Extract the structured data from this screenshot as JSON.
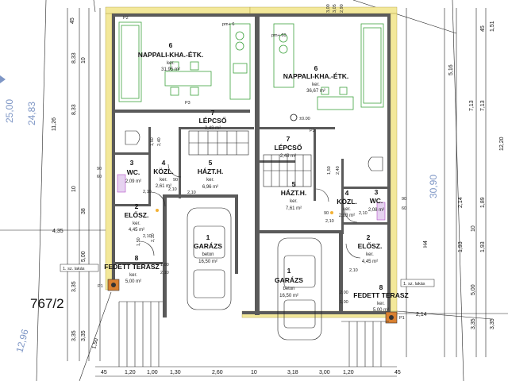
{
  "plot": {
    "number": "767/2"
  },
  "rooms": [
    {
      "id": "nappali_left",
      "num": "6",
      "name": "NAPPALI-KHA.-ÉTK.",
      "ker": "ker.",
      "area": "31,95 m²"
    },
    {
      "id": "nappali_right",
      "num": "6",
      "name": "NAPPALI-KHA.-ÉTK.",
      "ker": "ker.",
      "area": "36,67 m²"
    },
    {
      "id": "lepcso_left",
      "num": "7",
      "name": "LÉPCSŐ",
      "ker": "",
      "area": "2,43 m²"
    },
    {
      "id": "lepcso_right",
      "num": "7",
      "name": "LÉPCSŐ",
      "ker": "",
      "area": "2,43 m²"
    },
    {
      "id": "wc_left",
      "num": "3",
      "name": "WC.",
      "ker": "",
      "area": "2,09 m²"
    },
    {
      "id": "wc_right",
      "num": "3",
      "name": "WC.",
      "ker": "",
      "area": "2,08 m²"
    },
    {
      "id": "kozl_left",
      "num": "4",
      "name": "KÖZL.",
      "ker": "ker.",
      "area": "2,61 m²"
    },
    {
      "id": "kozl_right",
      "num": "4",
      "name": "KÖZL.",
      "ker": "ker.",
      "area": "2,83 m²"
    },
    {
      "id": "hazth_left",
      "num": "5",
      "name": "HÁZT.H.",
      "ker": "ker.",
      "area": "6,96 m²"
    },
    {
      "id": "hazth_right",
      "num": "5",
      "name": "HÁZT.H.",
      "ker": "ker.",
      "area": "7,61 m²"
    },
    {
      "id": "elosz_left",
      "num": "2",
      "name": "ELŐSZ.",
      "ker": "ker.",
      "area": "4,45 m²"
    },
    {
      "id": "elosz_right",
      "num": "2",
      "name": "ELŐSZ.",
      "ker": "ker.",
      "area": "4,45 m²"
    },
    {
      "id": "garazs_left",
      "num": "1",
      "name": "GARÁZS",
      "ker": "beton",
      "area": "16,50 m²"
    },
    {
      "id": "garazs_right",
      "num": "1",
      "name": "GARÁZS",
      "ker": "beton",
      "area": "16,50 m²"
    },
    {
      "id": "terasz_left",
      "num": "8",
      "name": "FEDETT TERASZ",
      "ker": "ker.",
      "area": "5,00 m²"
    },
    {
      "id": "terasz_right",
      "num": "8",
      "name": "FEDETT TERASZ",
      "ker": "ker.",
      "area": "5,00 m²"
    }
  ],
  "markers": {
    "p1_left": "P1",
    "p1_right": "P1",
    "p2": "P2",
    "p3_a": "P3",
    "p3_b": "P3",
    "pm_left": "pm+ 6",
    "pm_right": "pm+ 60",
    "level": "±0.00",
    "unit1": "1. sz. lakás",
    "unit2": "1. sz. lakás",
    "north": "H4"
  },
  "dims": {
    "left_outer": [
      "25,00",
      "24,83"
    ],
    "left_col": [
      "11,26"
    ],
    "left_inner": [
      "8,33",
      "8,33",
      "10",
      "10",
      "38",
      "4,35",
      "5,00",
      "3,35",
      "3,35",
      "3,35",
      "1,50"
    ],
    "right_inner": [
      "45",
      "1,51",
      "5,16",
      "7,13",
      "7,13",
      "12,20",
      "30,90",
      "2,14",
      "1,89",
      "1,93",
      "1,93",
      "10",
      "5,00",
      "3,35",
      "3,35"
    ],
    "right_outer": [
      "2,14"
    ],
    "top": [
      "45",
      "3,00",
      "3,05",
      "2,90"
    ],
    "bottom": [
      "45",
      "1,20",
      "1,00",
      "1,30",
      "2,60",
      "10",
      "3,18",
      "3,00",
      "1,20",
      "45"
    ],
    "interior": [
      "90",
      "60",
      "2,10",
      "2,10",
      "90",
      "2,10",
      "1,50",
      "2,10",
      "90",
      "2,10",
      "1,00",
      "2,10",
      "2,10",
      "2,00",
      "1,00",
      "2,10",
      "90",
      "60",
      "2,10",
      "1,50",
      "2,40",
      "1,50",
      "2,40"
    ]
  },
  "colors": {
    "wall": "#5a5a5a",
    "insulation": "#f3e89a",
    "furniture": "#3fa33f",
    "plot_blue": "#7f97c6",
    "door_fill": "#f2b134"
  }
}
